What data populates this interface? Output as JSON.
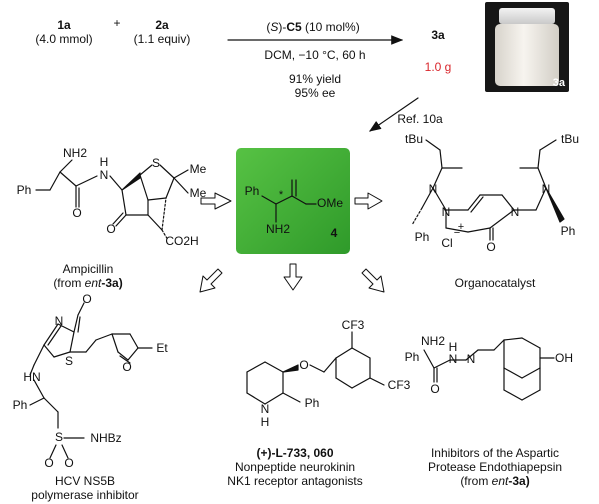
{
  "reaction": {
    "reactant1": {
      "id": "1a",
      "amount": "(4.0 mmol)"
    },
    "plus": "+",
    "reactant2": {
      "id": "2a",
      "amount": "(1.1 equiv)"
    },
    "catalyst_prefix": "(",
    "catalyst_config": "S",
    "catalyst_suffix": ")-",
    "catalyst_name": "C5",
    "catalyst_loading": " (10 mol%)",
    "conditions": "DCM, −10 °C, 60 h",
    "yield": "91% yield",
    "ee": "95% ee",
    "product": {
      "id": "3a",
      "mass": "1.0 g"
    },
    "photo_label": "3a",
    "reference": "Ref. 10a"
  },
  "center_compound": {
    "id": "4",
    "labels": {
      "ph": "Ph",
      "ome": "OMe",
      "nh2": "NH2",
      "star": "*"
    }
  },
  "ampicillin": {
    "name": "Ampicillin",
    "source_prefix": "(from ",
    "source_italic": "ent",
    "source_suffix": "-3a)",
    "labels": {
      "nh2": "NH2",
      "ph": "Ph",
      "o": "O",
      "s": "S",
      "me1": "Me",
      "me2": "Me",
      "n": "N",
      "h": "H",
      "co2h": "CO2H"
    }
  },
  "organocatalyst": {
    "name": "Organocatalyst",
    "labels": {
      "tbu1": "tBu",
      "tbu2": "tBu",
      "n": "N",
      "ph1": "Ph",
      "ph2": "Ph",
      "cl": "Cl",
      "o": "O",
      "plus": "+",
      "minus": "−"
    }
  },
  "hcv": {
    "line1": "HCV NS5B",
    "line2": "polymerase inhibitor",
    "labels": {
      "o": "O",
      "n": "N",
      "s": "S",
      "hn": "HN",
      "ph": "Ph",
      "o_furan": "O",
      "et": "Et",
      "nhbz": "NHBz"
    }
  },
  "l733": {
    "prefix": "(+)-",
    "name": "L-733, 060",
    "line2": "Nonpeptide neurokinin",
    "line3": "NK1 receptor antagonists",
    "labels": {
      "cf3a": "CF3",
      "cf3b": "CF3",
      "o": "O",
      "n": "N",
      "h": "H",
      "ph": "Ph"
    }
  },
  "endothiapepsin": {
    "line1": "Inhibitors of the Aspartic",
    "line2": "Protease Endothiapepsin",
    "source_prefix": "(from ",
    "source_italic": "ent",
    "source_suffix": "-3a)",
    "labels": {
      "nh2": "NH2",
      "ph": "Ph",
      "o": "O",
      "n": "N",
      "h": "H",
      "oh": "OH"
    }
  },
  "colors": {
    "highlight": "#d9262c",
    "box": "#3aa832"
  }
}
